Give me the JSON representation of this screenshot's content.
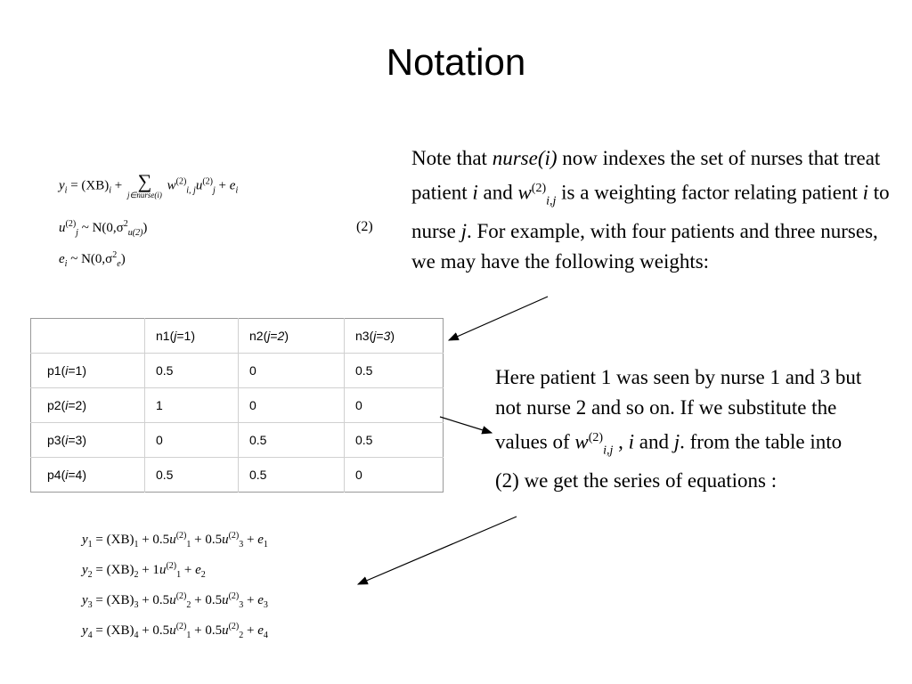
{
  "slide": {
    "title": "Notation"
  },
  "model": {
    "eq1": {
      "lhs": "y",
      "lhs_sub": "i",
      "eq": "=",
      "xb": "(XB)",
      "xb_sub": "i",
      "plus1": "+",
      "sum": "∑",
      "sum_lim": "j∈nurse(i)",
      "w": "w",
      "w_sup": "(2)",
      "w_sub": "i, j",
      "u": "u",
      "u_sup": "(2)",
      "u_sub": "j",
      "plus2": "+",
      "e": "e",
      "e_sub": "i"
    },
    "eq2": {
      "u": "u",
      "u_sup": "(2)",
      "u_sub": "j",
      "dist": "~ N(0,σ",
      "s_sup": "2",
      "s_sub": "u(2)",
      "close": ")"
    },
    "eq3": {
      "e": "e",
      "e_sub": "i",
      "dist": "~ N(0,σ",
      "s_sup": "2",
      "s_sub": "e",
      "close": ")"
    },
    "eq_number": "(2)"
  },
  "note": {
    "t1": "Note that ",
    "t2": "nurse(i)",
    "t3": " now indexes the set of nurses that treat patient ",
    "t4": "i",
    "t5": " and   ",
    "w": "w",
    "w_sup": "(2)",
    "w_sub": "i,j",
    "t6": " is a weighting factor relating patient ",
    "t7": "i",
    "t8": " to nurse ",
    "t9": "j",
    "t10": ". For example, with four patients and three nurses, we  may have the following weights:"
  },
  "table": {
    "header": [
      {
        "pre": "",
        "var": "",
        "mid": "",
        "val": "",
        "post": ""
      },
      {
        "pre": "n1(",
        "var": "j",
        "mid": "=1",
        "val": "",
        "post": ")"
      },
      {
        "pre": "n2(",
        "var": "j",
        "mid": "=",
        "val": "2",
        "post": ")"
      },
      {
        "pre": "n3(",
        "var": "j",
        "mid": "=",
        "val": "3",
        "post": ")"
      }
    ],
    "rows": [
      {
        "label_pre": "p1(",
        "label_var": "i",
        "label_post": "=1)",
        "values": [
          "0.5",
          "0",
          "0.5"
        ]
      },
      {
        "label_pre": "p2(",
        "label_var": "i",
        "label_post": "=2)",
        "values": [
          "1",
          "0",
          "0"
        ]
      },
      {
        "label_pre": "p3(",
        "label_var": "i",
        "label_post": "=3)",
        "values": [
          "0",
          "0.5",
          "0.5"
        ]
      },
      {
        "label_pre": "p4(",
        "label_var": "i",
        "label_post": "=4)",
        "values": [
          "0.5",
          "0.5",
          "0"
        ]
      }
    ]
  },
  "explain": {
    "t1": "Here patient 1 was seen by nurse 1 and 3 but not nurse 2 and so on. If we substitute the values  of ",
    "w": "w",
    "w_sup": "(2)",
    "w_sub": "i,j",
    "t2": " , ",
    "t3": "i",
    "t4": " and ",
    "t5": "j",
    "t6": ". from the table into (2) we get the series of equations :"
  },
  "series": [
    {
      "y": "y",
      "n": "1",
      "eq": "= (XB)",
      "xb_sub": "1",
      "terms": [
        {
          "op": "+ 0.5",
          "u": "u",
          "sup": "(2)",
          "sub": "1"
        },
        {
          "op": "+ 0.5",
          "u": "u",
          "sup": "(2)",
          "sub": "3"
        }
      ],
      "plus": "+",
      "e": "e",
      "e_sub": "1"
    },
    {
      "y": "y",
      "n": "2",
      "eq": "= (XB)",
      "xb_sub": "2",
      "terms": [
        {
          "op": "+ 1",
          "u": "u",
          "sup": "(2)",
          "sub": "1"
        }
      ],
      "plus": "+",
      "e": "e",
      "e_sub": "2"
    },
    {
      "y": "y",
      "n": "3",
      "eq": "= (XB)",
      "xb_sub": "3",
      "terms": [
        {
          "op": "+ 0.5",
          "u": "u",
          "sup": "(2)",
          "sub": "2"
        },
        {
          "op": "+ 0.5",
          "u": "u",
          "sup": "(2)",
          "sub": "3"
        }
      ],
      "plus": "+",
      "e": "e",
      "e_sub": "3"
    },
    {
      "y": "y",
      "n": "4",
      "eq": "= (XB)",
      "xb_sub": "4",
      "terms": [
        {
          "op": "+ 0.5",
          "u": "u",
          "sup": "(2)",
          "sub": "1"
        },
        {
          "op": "+ 0.5",
          "u": "u",
          "sup": "(2)",
          "sub": "2"
        }
      ],
      "plus": "+",
      "e": "e",
      "e_sub": "4"
    }
  ]
}
